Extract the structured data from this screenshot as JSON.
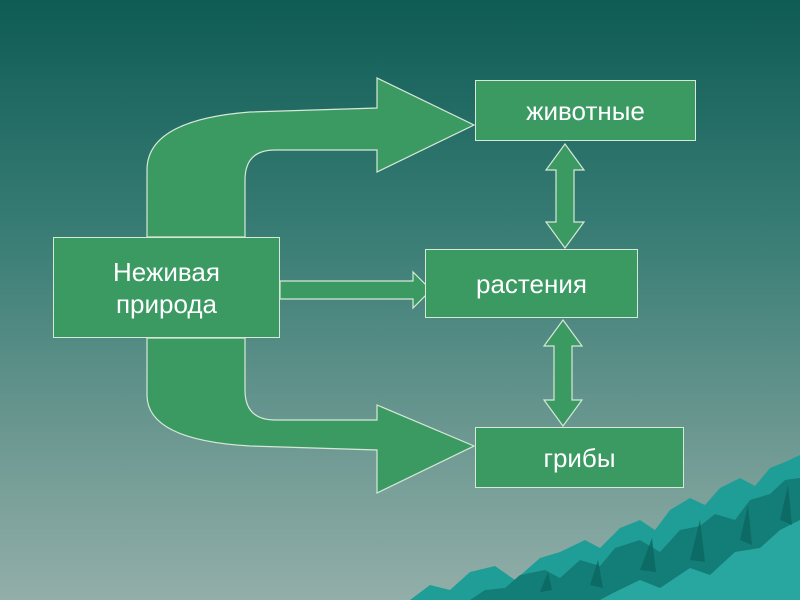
{
  "diagram": {
    "nodes": {
      "nonliving": "Неживая природа",
      "animals": "животные",
      "plants": "растения",
      "fungi": "грибы"
    },
    "edges": [
      {
        "from": "nonliving",
        "to": "animals",
        "style": "curved-arrow"
      },
      {
        "from": "nonliving",
        "to": "plants",
        "style": "arrow"
      },
      {
        "from": "nonliving",
        "to": "fungi",
        "style": "curved-arrow"
      },
      {
        "from": "animals",
        "to": "plants",
        "style": "double-arrow"
      },
      {
        "from": "plants",
        "to": "fungi",
        "style": "double-arrow"
      }
    ]
  },
  "colors": {
    "node_fill": "#3a9a62",
    "node_border": "#d6e8d8",
    "arrow_fill": "#3a9a62",
    "background_top": "#0e5c55",
    "background_bottom": "#93aea9",
    "mountain": "#1f9e98"
  }
}
